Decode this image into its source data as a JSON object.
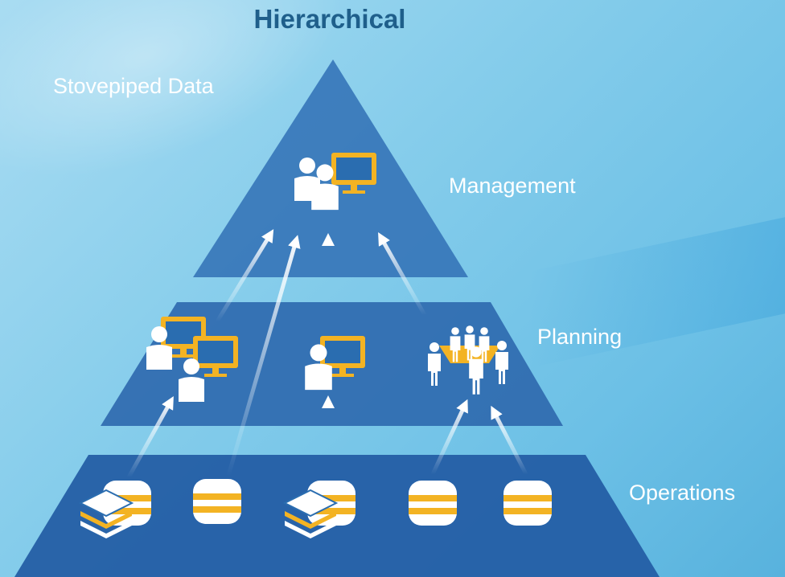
{
  "title": "Hierarchical",
  "side_label": "Stovepiped Data",
  "levels": {
    "top": "Management",
    "middle": "Planning",
    "bottom": "Operations"
  },
  "colors": {
    "tier": "#2a6db0",
    "accent": "#f3b323",
    "icon": "#ffffff",
    "title": "#1f5f8b"
  },
  "icons": {
    "management": "users-with-monitor-icon",
    "planning": [
      "users-with-monitors-icon",
      "user-with-monitor-icon",
      "meeting-group-icon"
    ],
    "operations": [
      "database-with-layers-icon",
      "database-icon",
      "database-with-layers-icon",
      "database-icon",
      "database-icon"
    ]
  }
}
